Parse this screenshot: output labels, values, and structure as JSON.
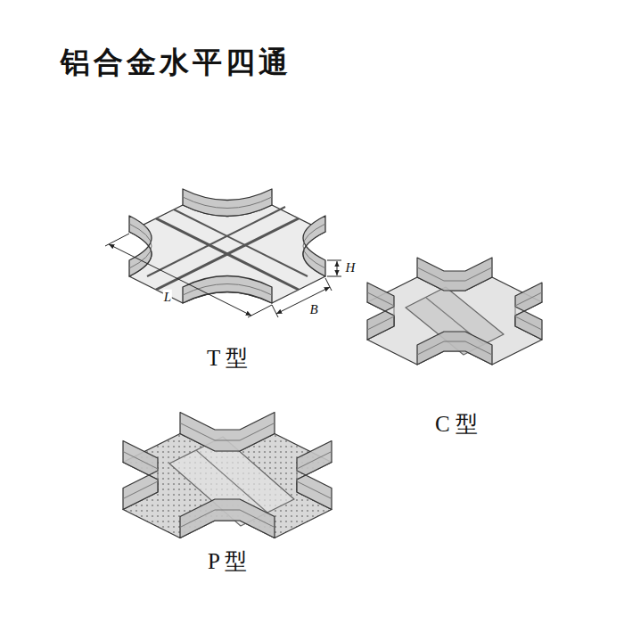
{
  "diagram": {
    "title": "铝合金水平四通",
    "labels": [
      "L",
      "B",
      "H",
      "T 型",
      "C 型",
      "P 型"
    ]
  }
}
